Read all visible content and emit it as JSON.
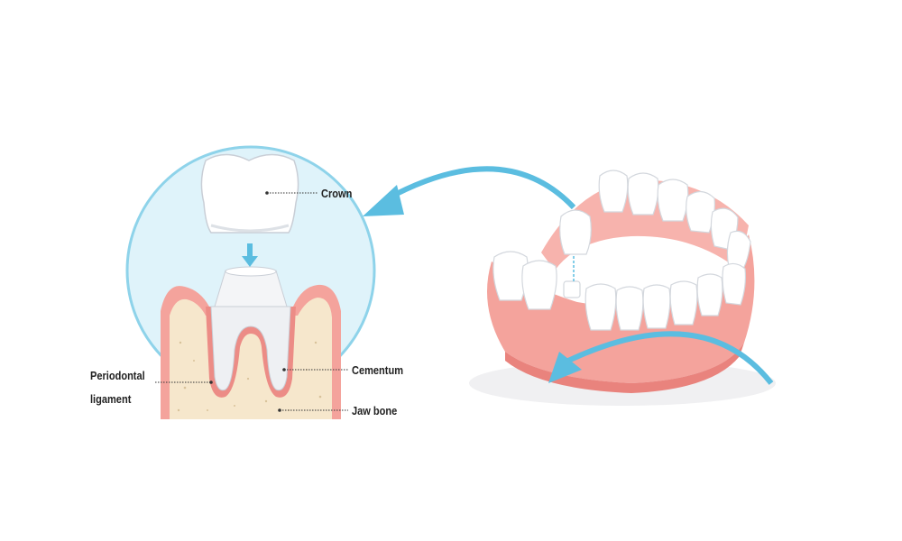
{
  "labels": {
    "crown": "Crown",
    "cementum": "Cementum",
    "periodontal_line1": "Periodontal",
    "periodontal_line2": "ligament",
    "jaw_bone": "Jaw bone"
  },
  "colors": {
    "circle_fill": "#dff3fa",
    "circle_stroke": "#8ed3ea",
    "arrow": "#5bbde0",
    "gum": "#f4a39c",
    "gum_dark": "#e9837d",
    "bone": "#f6e7cc",
    "tooth": "#ffffff"
  }
}
